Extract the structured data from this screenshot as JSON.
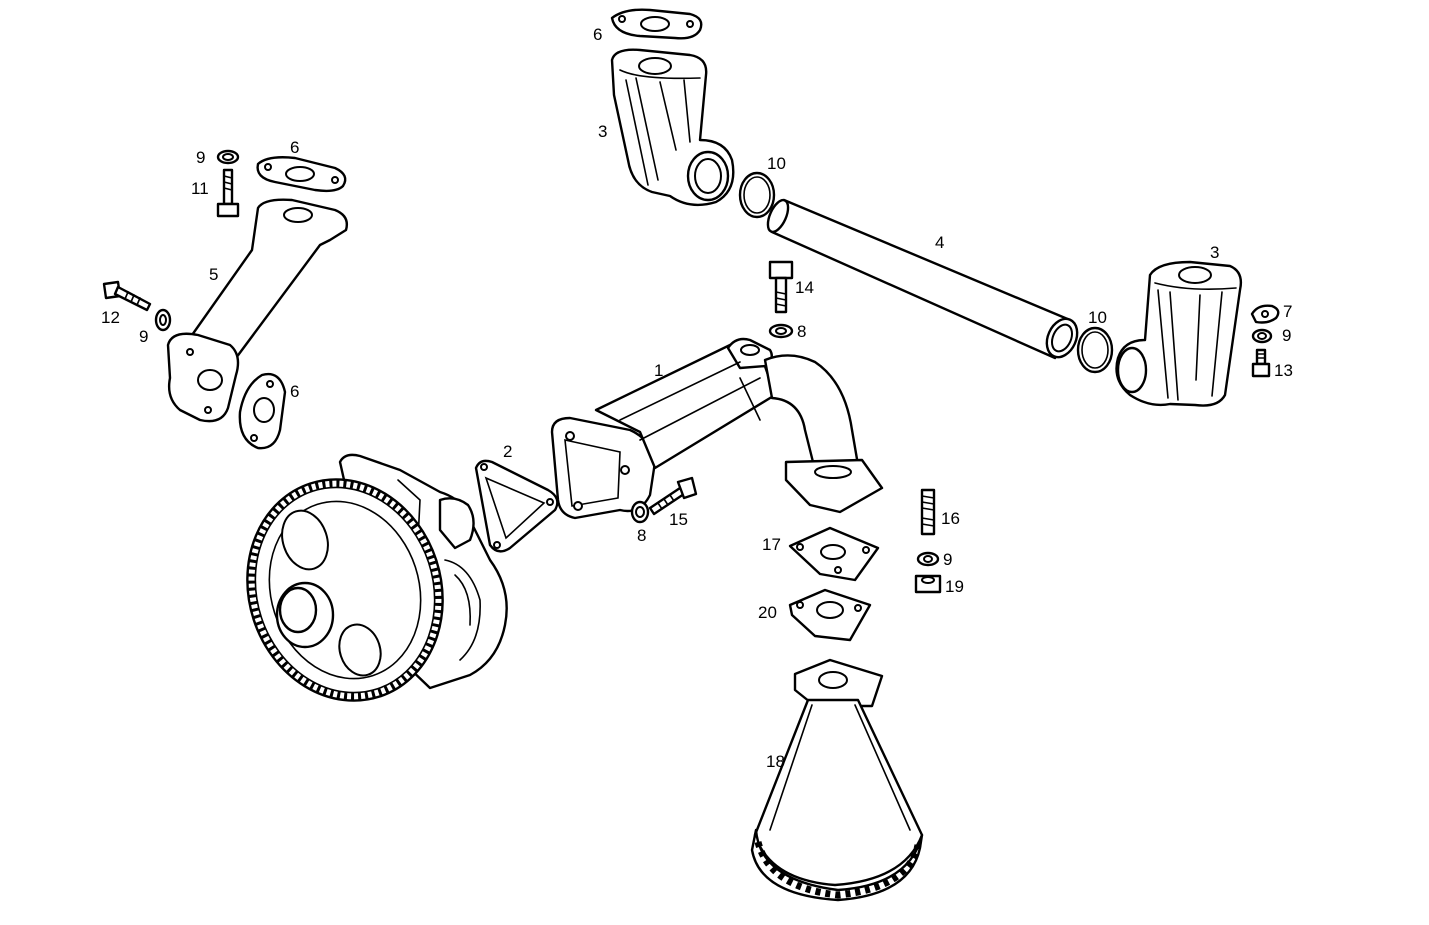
{
  "callouts": [
    {
      "id": "c1",
      "text": "1"
    },
    {
      "id": "c2",
      "text": "2"
    },
    {
      "id": "c3a",
      "text": "3"
    },
    {
      "id": "c3b",
      "text": "3"
    },
    {
      "id": "c4",
      "text": "4"
    },
    {
      "id": "c5",
      "text": "5"
    },
    {
      "id": "c6a",
      "text": "6"
    },
    {
      "id": "c6b",
      "text": "6"
    },
    {
      "id": "c6c",
      "text": "6"
    },
    {
      "id": "c7",
      "text": "7"
    },
    {
      "id": "c8a",
      "text": "8"
    },
    {
      "id": "c8b",
      "text": "8"
    },
    {
      "id": "c9a",
      "text": "9"
    },
    {
      "id": "c9b",
      "text": "9"
    },
    {
      "id": "c9c",
      "text": "9"
    },
    {
      "id": "c9d",
      "text": "9"
    },
    {
      "id": "c10a",
      "text": "10"
    },
    {
      "id": "c10b",
      "text": "10"
    },
    {
      "id": "c11",
      "text": "11"
    },
    {
      "id": "c12",
      "text": "12"
    },
    {
      "id": "c13",
      "text": "13"
    },
    {
      "id": "c14",
      "text": "14"
    },
    {
      "id": "c15",
      "text": "15"
    },
    {
      "id": "c16",
      "text": "16"
    },
    {
      "id": "c17",
      "text": "17"
    },
    {
      "id": "c18",
      "text": "18"
    },
    {
      "id": "c19",
      "text": "19"
    },
    {
      "id": "c20",
      "text": "20"
    }
  ]
}
